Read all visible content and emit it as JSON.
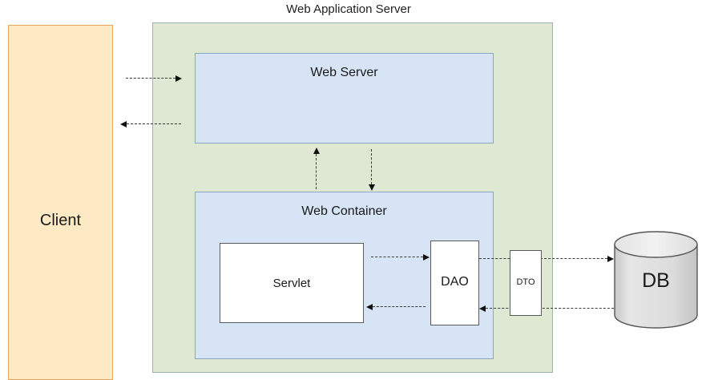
{
  "diagram": {
    "title": "Web Application Server",
    "nodes": {
      "client": {
        "label": "Client",
        "fill": "#fdeac4",
        "stroke": "#e8a45c"
      },
      "was": {
        "label": "Web Application Server",
        "fill": "#dfe8d3",
        "stroke": "#9fb3a5"
      },
      "web_server": {
        "label": "Web Server",
        "fill": "#d6e4f5",
        "stroke": "#8aa6c4"
      },
      "web_container": {
        "label": "Web Container",
        "fill": "#d6e4f5",
        "stroke": "#8aa6c4"
      },
      "servlet": {
        "label": "Servlet",
        "fill": "#ffffff",
        "stroke": "#5a5a5a"
      },
      "dao": {
        "label": "DAO",
        "fill": "#ffffff",
        "stroke": "#5a5a5a"
      },
      "dto": {
        "label": "DTO",
        "fill": "#ffffff",
        "stroke": "#5a5a5a"
      },
      "db": {
        "label": "DB",
        "fill": "#dcdcdc",
        "stroke": "#5a5a5a"
      }
    },
    "edges": [
      {
        "id": "client-to-webserver",
        "from": "client",
        "to": "web_server",
        "direction": "right",
        "style": "dashed"
      },
      {
        "id": "webserver-to-client",
        "from": "web_server",
        "to": "client",
        "direction": "left",
        "style": "dashed"
      },
      {
        "id": "webcontainer-to-webserver",
        "from": "web_container",
        "to": "web_server",
        "direction": "up",
        "style": "dashed"
      },
      {
        "id": "webserver-to-webcontainer",
        "from": "web_server",
        "to": "web_container",
        "direction": "down",
        "style": "dashed"
      },
      {
        "id": "servlet-to-dao",
        "from": "servlet",
        "to": "dao",
        "direction": "right",
        "style": "dashed"
      },
      {
        "id": "dao-to-servlet",
        "from": "dao",
        "to": "servlet",
        "direction": "left",
        "style": "dashed"
      },
      {
        "id": "dao-to-db",
        "from": "dao",
        "to": "db",
        "direction": "right",
        "style": "dashed"
      },
      {
        "id": "db-to-dao",
        "from": "db",
        "to": "dao",
        "direction": "left",
        "style": "dashed"
      }
    ]
  }
}
